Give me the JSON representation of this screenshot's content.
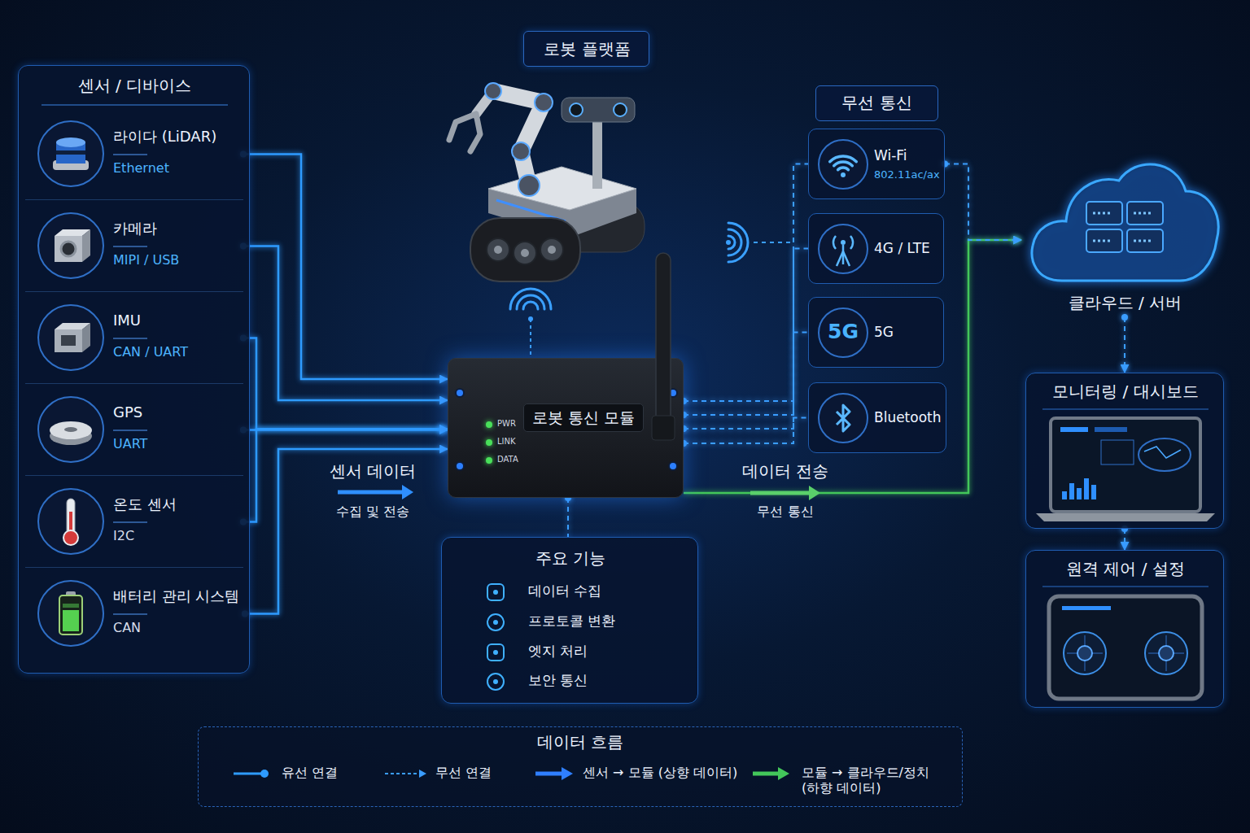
{
  "diagram": {
    "nodes": [
      {
        "text": [
          "센서 / 디바이스"
        ]
      },
      {
        "text": [
          "라이다 (LiDAR)",
          "Ethernet"
        ],
        "in": 0
      },
      {
        "text": [
          "카메라",
          "MIPI / USB"
        ],
        "in": 0
      },
      {
        "text": [
          "IMU",
          "CAN / UART"
        ],
        "in": 0
      },
      {
        "text": [
          "GPS",
          "UART"
        ],
        "in": 0
      },
      {
        "text": [
          "온도 센서",
          "I2C"
        ],
        "in": 0
      },
      {
        "text": [
          "배터리 관리 시스템",
          "CAN"
        ],
        "in": 0
      },
      {
        "text": [
          "로봇 플랫폼"
        ]
      },
      {
        "text": [
          "로봇 통신 모듈"
        ]
      },
      {
        "text": [
          "무선 통신"
        ]
      },
      {
        "text": [
          "Wi-Fi",
          "802.11ac/ax"
        ],
        "in": 9
      },
      {
        "text": [
          "4G / LTE"
        ],
        "in": 9
      },
      {
        "text": [
          "5G",
          "5G"
        ],
        "in": 9
      },
      {
        "text": [
          "Bluetooth"
        ],
        "in": 9
      },
      {
        "text": [
          "클라우드 / 서버"
        ]
      },
      {
        "text": [
          "모니터링 / 대시보드"
        ]
      },
      {
        "text": [
          "원격 제어 / 설정"
        ]
      },
      {
        "text": [
          "주요 기능",
          "데이터 수집",
          "프로토콜 변환",
          "엣지 처리",
          "보안 통신"
        ]
      }
    ],
    "edges": [
      {
        "from": 1,
        "to": 8,
        "arrow": "to"
      },
      {
        "from": 2,
        "to": 8,
        "arrow": "to"
      },
      {
        "from": 3,
        "to": 8,
        "arrow": "to"
      },
      {
        "from": 4,
        "to": 8,
        "arrow": "to"
      },
      {
        "from": 5,
        "to": 8,
        "arrow": "to"
      },
      {
        "from": 6,
        "to": 8,
        "arrow": "to"
      },
      {
        "from": 8,
        "to": 10,
        "arrow": "none"
      },
      {
        "from": 8,
        "to": 11,
        "arrow": "none"
      },
      {
        "from": 8,
        "to": 12,
        "arrow": "none"
      },
      {
        "from": 8,
        "to": 13,
        "arrow": "none"
      },
      {
        "from": 8,
        "to": 14,
        "arrow": "to"
      },
      {
        "from": 10,
        "to": 14,
        "arrow": "to"
      },
      {
        "from": 14,
        "to": 15,
        "arrow": "to"
      },
      {
        "from": 15,
        "to": 16,
        "arrow": "to"
      },
      {
        "from": 8,
        "to": 17,
        "arrow": "none"
      }
    ],
    "labels": [
      "PWR",
      "LINK",
      "DATA",
      "센서 데이터",
      "수집 및 전송",
      "데이터 전송",
      "무선 통신",
      "데이터 흐름"
    ],
    "legend": [
      {
        "text": "유선 연결"
      },
      {
        "text": "무선 연결"
      },
      {
        "text": "센서 → 모듈 (상향 데이터)"
      },
      {
        "text": "모듈 → 클라우드/정치 (하향 데이터)"
      }
    ]
  }
}
